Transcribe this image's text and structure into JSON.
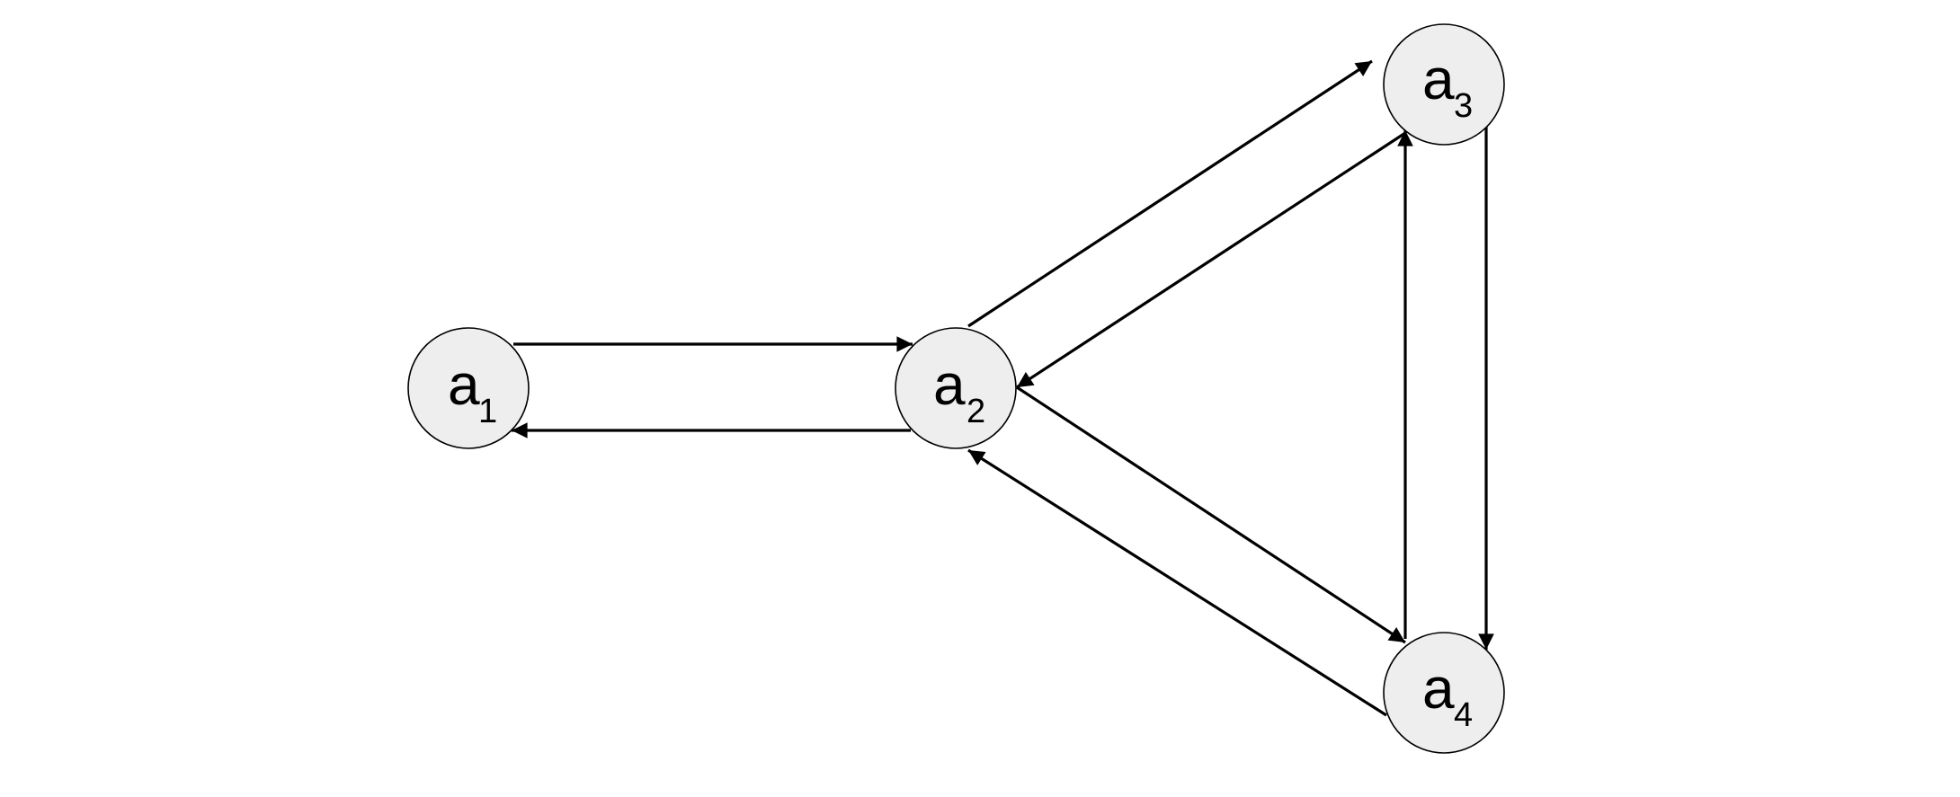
{
  "diagram": {
    "type": "directed-graph",
    "nodes": [
      {
        "id": "a1",
        "base": "a",
        "sub": "1"
      },
      {
        "id": "a2",
        "base": "a",
        "sub": "2"
      },
      {
        "id": "a3",
        "base": "a",
        "sub": "3"
      },
      {
        "id": "a4",
        "base": "a",
        "sub": "4"
      }
    ],
    "edges": [
      {
        "from": "a1",
        "to": "a2"
      },
      {
        "from": "a2",
        "to": "a1"
      },
      {
        "from": "a2",
        "to": "a3"
      },
      {
        "from": "a3",
        "to": "a2"
      },
      {
        "from": "a2",
        "to": "a4"
      },
      {
        "from": "a4",
        "to": "a2"
      },
      {
        "from": "a3",
        "to": "a4"
      },
      {
        "from": "a4",
        "to": "a3"
      }
    ],
    "colors": {
      "node_fill": "#eeeeee",
      "stroke": "#000000"
    }
  }
}
